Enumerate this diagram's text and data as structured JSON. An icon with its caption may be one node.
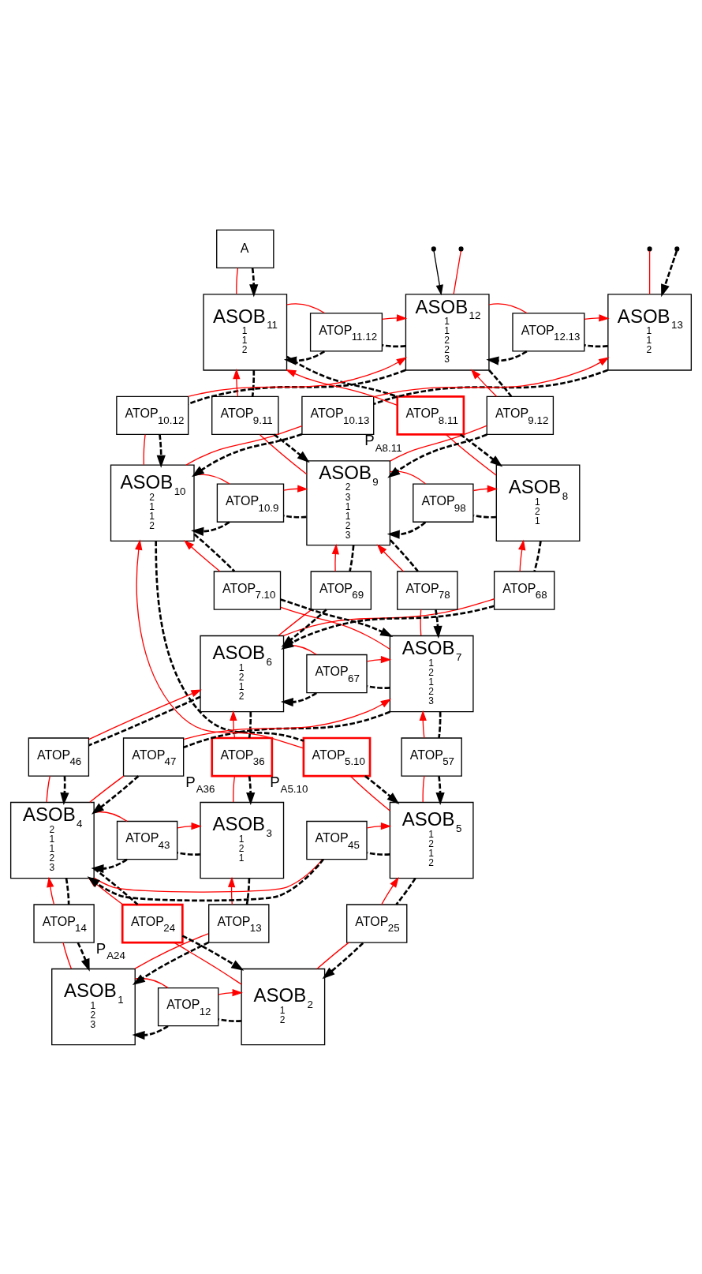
{
  "diagram": {
    "nodes": [
      {
        "text": [
          "ASOB$_{1}$",
          "1",
          "2",
          "3"
        ]
      },
      {
        "text": [
          "ASOB$_{2}$",
          "1",
          "2"
        ]
      },
      {
        "text": [
          "ASOB$_{3}$",
          "1",
          "2",
          "1"
        ]
      },
      {
        "text": [
          "ASOB$_{4}$",
          "2",
          "1",
          "1",
          "2",
          "3"
        ]
      },
      {
        "text": [
          "ASOB$_{5}$",
          "1",
          "2",
          "1",
          "2"
        ]
      },
      {
        "text": [
          "ASOB$_{6}$",
          "1",
          "2",
          "1",
          "2"
        ]
      },
      {
        "text": [
          "ASOB$_{7}$",
          "1",
          "2",
          "1",
          "2",
          "3"
        ]
      },
      {
        "text": [
          "ASOB$_{8}$",
          "1",
          "2",
          "1"
        ]
      },
      {
        "text": [
          "ASOB$_{9}$",
          "2",
          "3",
          "1",
          "1",
          "2",
          "3"
        ]
      },
      {
        "text": [
          "ASOB$_{10}$",
          "2",
          "1",
          "1",
          "2"
        ]
      },
      {
        "text": [
          "ASOB$_{11}$",
          "1",
          "1",
          "2"
        ]
      },
      {
        "text": [
          "ASOB$_{12}$",
          "1",
          "1",
          "2",
          "2",
          "3"
        ]
      },
      {
        "text": [
          "ASOB$_{13}$",
          "1",
          "1",
          "2"
        ]
      },
      {
        "text": [
          "ATOP$_{12}$"
        ]
      },
      {
        "text": [
          "ATOP$_{13}$"
        ]
      },
      {
        "text": [
          "ATOP$_{14}$"
        ]
      },
      {
        "text": [
          "ATOP$_{24}$"
        ],
        "beside": [
          "P$_{A24}$"
        ]
      },
      {
        "text": [
          "ATOP$_{25}$"
        ]
      },
      {
        "text": [
          "ATOP$_{43}$"
        ]
      },
      {
        "text": [
          "ATOP$_{45}$"
        ]
      },
      {
        "text": [
          "ATOP$_{36}$"
        ],
        "beside": [
          "P$_{A36}$"
        ]
      },
      {
        "text": [
          "ATOP$_{46}$"
        ]
      },
      {
        "text": [
          "ATOP$_{47}$"
        ]
      },
      {
        "text": [
          "ATOP$_{57}$"
        ]
      },
      {
        "text": [
          "ATOP$_{5.10}$"
        ],
        "beside": [
          "P$_{A5.10}$"
        ]
      },
      {
        "text": [
          "ATOP$_{67}$"
        ]
      },
      {
        "text": [
          "ATOP$_{68}$"
        ]
      },
      {
        "text": [
          "ATOP$_{69}$"
        ]
      },
      {
        "text": [
          "ATOP$_{78}$"
        ]
      },
      {
        "text": [
          "ATOP$_{7.10}$"
        ]
      },
      {
        "text": [
          "ATOP$_{98}$"
        ]
      },
      {
        "text": [
          "ATOP$_{10.9}$"
        ]
      },
      {
        "text": [
          "ATOP$_{8.11}$"
        ],
        "beside": [
          "P$_{A8.11}$"
        ]
      },
      {
        "text": [
          "ATOP$_{9.11}$"
        ]
      },
      {
        "text": [
          "ATOP$_{9.12}$"
        ]
      },
      {
        "text": [
          "ATOP$_{10.12}$"
        ]
      },
      {
        "text": [
          "ATOP$_{10.13}$"
        ]
      },
      {
        "text": [
          "ATOP$_{11.12}$"
        ]
      },
      {
        "text": [
          "ATOP$_{12.13}$"
        ]
      },
      {
        "text": [
          "A"
        ]
      }
    ],
    "edges": [
      {
        "from": 0,
        "to": 13,
        "arrow": "none",
        "color": "#ff0000"
      },
      {
        "from": 13,
        "to": 1,
        "arrow": "to",
        "color": "#ff0000"
      },
      {
        "from": 1,
        "to": 13,
        "arrow": "none",
        "style": "dashed",
        "color": "#000000"
      },
      {
        "from": 13,
        "to": 0,
        "arrow": "to",
        "style": "dashed",
        "color": "#000000"
      },
      {
        "from": 0,
        "to": 14,
        "arrow": "none",
        "color": "#ff0000"
      },
      {
        "from": 14,
        "to": 2,
        "arrow": "to",
        "color": "#ff0000"
      },
      {
        "from": 2,
        "to": 14,
        "arrow": "none",
        "style": "dashed",
        "color": "#000000"
      },
      {
        "from": 14,
        "to": 0,
        "arrow": "to",
        "style": "dashed",
        "color": "#000000"
      },
      {
        "from": 0,
        "to": 15,
        "arrow": "none",
        "color": "#ff0000"
      },
      {
        "from": 15,
        "to": 3,
        "arrow": "to",
        "color": "#ff0000"
      },
      {
        "from": 3,
        "to": 15,
        "arrow": "none",
        "style": "dashed",
        "color": "#000000"
      },
      {
        "from": 15,
        "to": 0,
        "arrow": "to",
        "style": "dashed",
        "color": "#000000"
      },
      {
        "from": 1,
        "to": 16,
        "arrow": "none",
        "color": "#ff0000"
      },
      {
        "from": 16,
        "to": 3,
        "arrow": "to",
        "color": "#ff0000"
      },
      {
        "from": 3,
        "to": 16,
        "arrow": "none",
        "style": "dashed",
        "color": "#000000"
      },
      {
        "from": 16,
        "to": 1,
        "arrow": "to",
        "style": "dashed",
        "color": "#000000"
      },
      {
        "from": 1,
        "to": 17,
        "arrow": "none",
        "color": "#ff0000"
      },
      {
        "from": 17,
        "to": 4,
        "arrow": "to",
        "color": "#ff0000"
      },
      {
        "from": 4,
        "to": 17,
        "arrow": "none",
        "style": "dashed",
        "color": "#000000"
      },
      {
        "from": 17,
        "to": 1,
        "arrow": "to",
        "style": "dashed",
        "color": "#000000"
      },
      {
        "from": 3,
        "to": 18,
        "arrow": "none",
        "color": "#ff0000"
      },
      {
        "from": 18,
        "to": 2,
        "arrow": "to",
        "color": "#ff0000"
      },
      {
        "from": 2,
        "to": 18,
        "arrow": "none",
        "style": "dashed",
        "color": "#000000"
      },
      {
        "from": 18,
        "to": 3,
        "arrow": "to",
        "style": "dashed",
        "color": "#000000"
      },
      {
        "from": 3,
        "to": 19,
        "arrow": "none",
        "color": "#ff0000"
      },
      {
        "from": 19,
        "to": 4,
        "arrow": "to",
        "color": "#ff0000"
      },
      {
        "from": 4,
        "to": 19,
        "arrow": "none",
        "style": "dashed",
        "color": "#000000"
      },
      {
        "from": 19,
        "to": 3,
        "arrow": "to",
        "style": "dashed",
        "color": "#000000"
      },
      {
        "from": 2,
        "to": 20,
        "arrow": "none",
        "color": "#ff0000"
      },
      {
        "from": 20,
        "to": 5,
        "arrow": "to",
        "color": "#ff0000"
      },
      {
        "from": 5,
        "to": 20,
        "arrow": "none",
        "style": "dashed",
        "color": "#000000"
      },
      {
        "from": 20,
        "to": 2,
        "arrow": "to",
        "style": "dashed",
        "color": "#000000"
      },
      {
        "from": 3,
        "to": 21,
        "arrow": "none",
        "color": "#ff0000"
      },
      {
        "from": 21,
        "to": 5,
        "arrow": "to",
        "color": "#ff0000"
      },
      {
        "from": 5,
        "to": 21,
        "arrow": "none",
        "style": "dashed",
        "color": "#000000"
      },
      {
        "from": 21,
        "to": 3,
        "arrow": "to",
        "style": "dashed",
        "color": "#000000"
      },
      {
        "from": 3,
        "to": 22,
        "arrow": "none",
        "color": "#ff0000"
      },
      {
        "from": 22,
        "to": 6,
        "arrow": "to",
        "color": "#ff0000"
      },
      {
        "from": 6,
        "to": 22,
        "arrow": "none",
        "style": "dashed",
        "color": "#000000"
      },
      {
        "from": 22,
        "to": 3,
        "arrow": "to",
        "style": "dashed",
        "color": "#000000"
      },
      {
        "from": 4,
        "to": 23,
        "arrow": "none",
        "color": "#ff0000"
      },
      {
        "from": 23,
        "to": 6,
        "arrow": "to",
        "color": "#ff0000"
      },
      {
        "from": 6,
        "to": 23,
        "arrow": "none",
        "style": "dashed",
        "color": "#000000"
      },
      {
        "from": 23,
        "to": 4,
        "arrow": "to",
        "style": "dashed",
        "color": "#000000"
      },
      {
        "from": 4,
        "to": 24,
        "arrow": "none",
        "color": "#ff0000"
      },
      {
        "from": 24,
        "to": 9,
        "arrow": "to",
        "color": "#ff0000"
      },
      {
        "from": 9,
        "to": 24,
        "arrow": "none",
        "style": "dashed",
        "color": "#000000"
      },
      {
        "from": 24,
        "to": 4,
        "arrow": "to",
        "style": "dashed",
        "color": "#000000"
      },
      {
        "from": 5,
        "to": 25,
        "arrow": "none",
        "color": "#ff0000"
      },
      {
        "from": 25,
        "to": 6,
        "arrow": "to",
        "color": "#ff0000"
      },
      {
        "from": 6,
        "to": 25,
        "arrow": "none",
        "style": "dashed",
        "color": "#000000"
      },
      {
        "from": 25,
        "to": 5,
        "arrow": "to",
        "style": "dashed",
        "color": "#000000"
      },
      {
        "from": 5,
        "to": 26,
        "arrow": "none",
        "color": "#ff0000"
      },
      {
        "from": 26,
        "to": 7,
        "arrow": "to",
        "color": "#ff0000"
      },
      {
        "from": 7,
        "to": 26,
        "arrow": "none",
        "style": "dashed",
        "color": "#000000"
      },
      {
        "from": 26,
        "to": 5,
        "arrow": "to",
        "style": "dashed",
        "color": "#000000"
      },
      {
        "from": 5,
        "to": 27,
        "arrow": "none",
        "color": "#ff0000"
      },
      {
        "from": 27,
        "to": 8,
        "arrow": "to",
        "color": "#ff0000"
      },
      {
        "from": 8,
        "to": 27,
        "arrow": "none",
        "style": "dashed",
        "color": "#000000"
      },
      {
        "from": 27,
        "to": 5,
        "arrow": "to",
        "style": "dashed",
        "color": "#000000"
      },
      {
        "from": 6,
        "to": 28,
        "arrow": "none",
        "color": "#ff0000"
      },
      {
        "from": 28,
        "to": 8,
        "arrow": "to",
        "color": "#ff0000"
      },
      {
        "from": 8,
        "to": 28,
        "arrow": "none",
        "style": "dashed",
        "color": "#000000"
      },
      {
        "from": 28,
        "to": 6,
        "arrow": "to",
        "style": "dashed",
        "color": "#000000"
      },
      {
        "from": 6,
        "to": 29,
        "arrow": "none",
        "color": "#ff0000"
      },
      {
        "from": 29,
        "to": 9,
        "arrow": "to",
        "color": "#ff0000"
      },
      {
        "from": 9,
        "to": 29,
        "arrow": "none",
        "style": "dashed",
        "color": "#000000"
      },
      {
        "from": 29,
        "to": 6,
        "arrow": "to",
        "style": "dashed",
        "color": "#000000"
      },
      {
        "from": 8,
        "to": 30,
        "arrow": "none",
        "color": "#ff0000"
      },
      {
        "from": 30,
        "to": 7,
        "arrow": "to",
        "color": "#ff0000"
      },
      {
        "from": 7,
        "to": 30,
        "arrow": "none",
        "style": "dashed",
        "color": "#000000"
      },
      {
        "from": 30,
        "to": 8,
        "arrow": "to",
        "style": "dashed",
        "color": "#000000"
      },
      {
        "from": 9,
        "to": 31,
        "arrow": "none",
        "color": "#ff0000"
      },
      {
        "from": 31,
        "to": 8,
        "arrow": "to",
        "color": "#ff0000"
      },
      {
        "from": 8,
        "to": 31,
        "arrow": "none",
        "style": "dashed",
        "color": "#000000"
      },
      {
        "from": 31,
        "to": 9,
        "arrow": "to",
        "style": "dashed",
        "color": "#000000"
      },
      {
        "from": 7,
        "to": 32,
        "arrow": "none",
        "color": "#ff0000"
      },
      {
        "from": 32,
        "to": 10,
        "arrow": "to",
        "color": "#ff0000"
      },
      {
        "from": 10,
        "to": 32,
        "arrow": "none",
        "style": "dashed",
        "color": "#000000"
      },
      {
        "from": 32,
        "to": 7,
        "arrow": "to",
        "style": "dashed",
        "color": "#000000"
      },
      {
        "from": 8,
        "to": 33,
        "arrow": "none",
        "color": "#ff0000"
      },
      {
        "from": 33,
        "to": 10,
        "arrow": "to",
        "color": "#ff0000"
      },
      {
        "from": 10,
        "to": 33,
        "arrow": "none",
        "style": "dashed",
        "color": "#000000"
      },
      {
        "from": 33,
        "to": 8,
        "arrow": "to",
        "style": "dashed",
        "color": "#000000"
      },
      {
        "from": 8,
        "to": 34,
        "arrow": "none",
        "color": "#ff0000"
      },
      {
        "from": 34,
        "to": 11,
        "arrow": "to",
        "color": "#ff0000"
      },
      {
        "from": 11,
        "to": 34,
        "arrow": "none",
        "style": "dashed",
        "color": "#000000"
      },
      {
        "from": 34,
        "to": 8,
        "arrow": "to",
        "style": "dashed",
        "color": "#000000"
      },
      {
        "from": 9,
        "to": 35,
        "arrow": "none",
        "color": "#ff0000"
      },
      {
        "from": 35,
        "to": 11,
        "arrow": "to",
        "color": "#ff0000"
      },
      {
        "from": 11,
        "to": 35,
        "arrow": "none",
        "style": "dashed",
        "color": "#000000"
      },
      {
        "from": 35,
        "to": 9,
        "arrow": "to",
        "style": "dashed",
        "color": "#000000"
      },
      {
        "from": 9,
        "to": 36,
        "arrow": "none",
        "color": "#ff0000"
      },
      {
        "from": 36,
        "to": 12,
        "arrow": "to",
        "color": "#ff0000"
      },
      {
        "from": 12,
        "to": 36,
        "arrow": "none",
        "style": "dashed",
        "color": "#000000"
      },
      {
        "from": 36,
        "to": 9,
        "arrow": "to",
        "style": "dashed",
        "color": "#000000"
      },
      {
        "from": 10,
        "to": 37,
        "arrow": "none",
        "color": "#ff0000"
      },
      {
        "from": 37,
        "to": 11,
        "arrow": "to",
        "color": "#ff0000"
      },
      {
        "from": 11,
        "to": 37,
        "arrow": "none",
        "style": "dashed",
        "color": "#000000"
      },
      {
        "from": 37,
        "to": 10,
        "arrow": "to",
        "style": "dashed",
        "color": "#000000"
      },
      {
        "from": 11,
        "to": 38,
        "arrow": "none",
        "color": "#ff0000"
      },
      {
        "from": 38,
        "to": 12,
        "arrow": "to",
        "color": "#ff0000"
      },
      {
        "from": 12,
        "to": 38,
        "arrow": "none",
        "style": "dashed",
        "color": "#000000"
      },
      {
        "from": 38,
        "to": 11,
        "arrow": "to",
        "style": "dashed",
        "color": "#000000"
      },
      {
        "from": 10,
        "to": 39,
        "arrow": "none",
        "color": "#ff0000"
      },
      {
        "from": 39,
        "to": 10,
        "arrow": "to",
        "style": "dashed",
        "color": "#000000"
      },
      {
        "from": null,
        "to": 11,
        "arrow": "none",
        "color": "#ff0000"
      },
      {
        "from": null,
        "to": 11,
        "arrow": "to",
        "color": "#000000"
      },
      {
        "from": null,
        "to": 12,
        "arrow": "none",
        "color": "#ff0000"
      },
      {
        "from": null,
        "to": 12,
        "arrow": "to",
        "style": "dashed",
        "color": "#000000"
      }
    ]
  }
}
